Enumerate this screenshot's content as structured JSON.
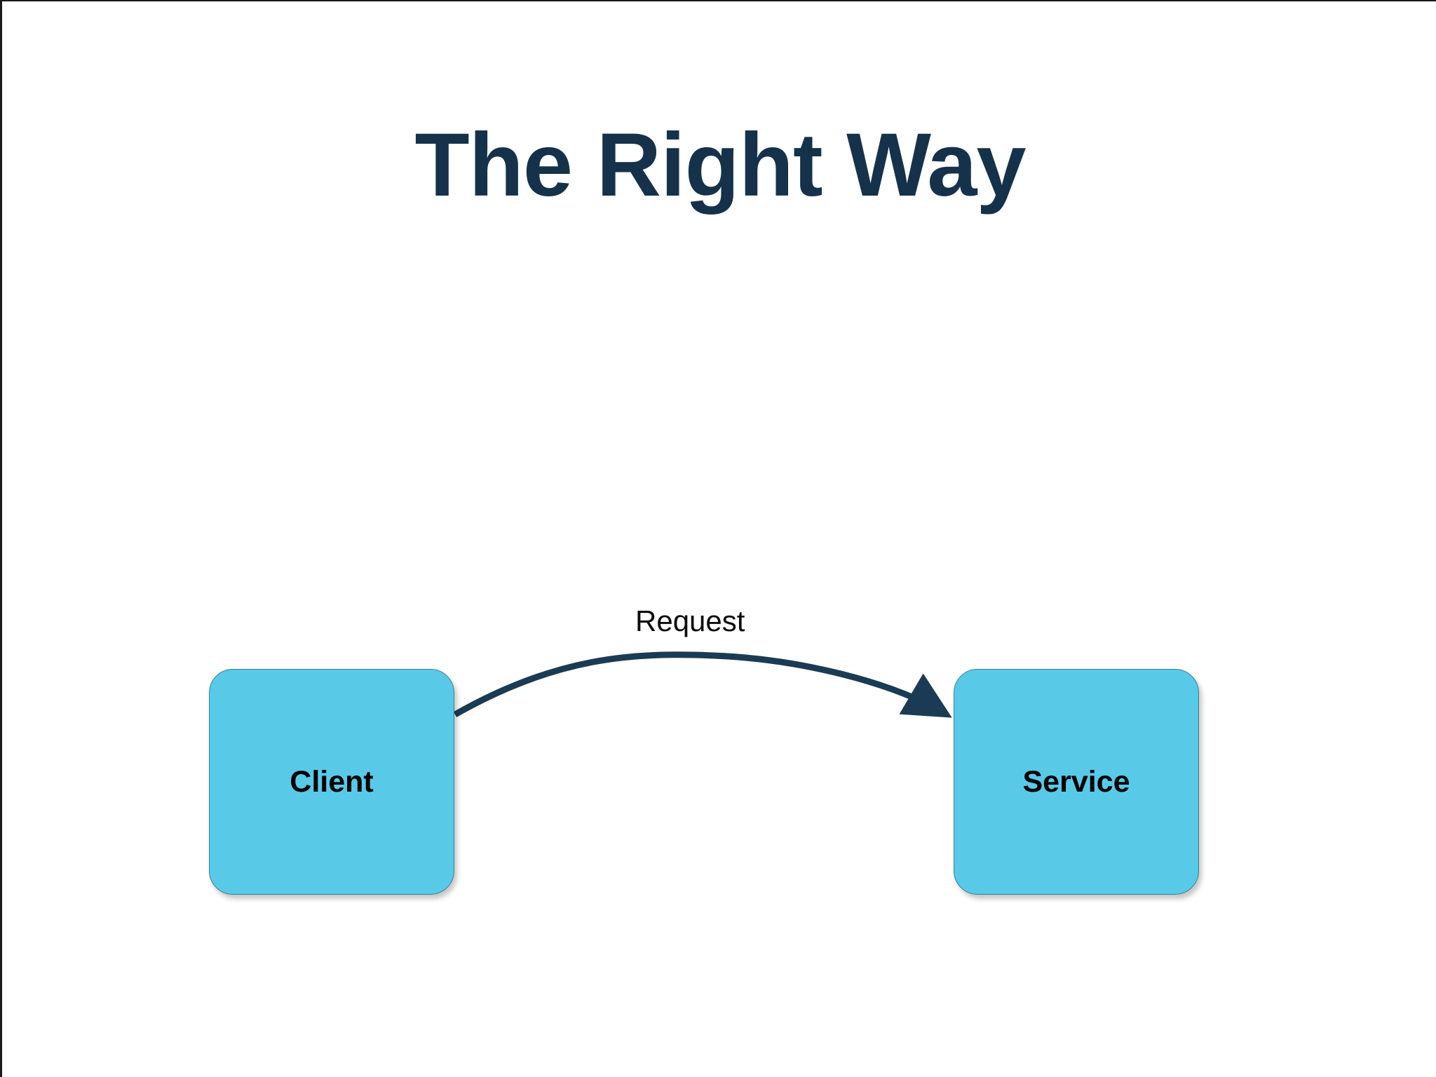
{
  "slide": {
    "title": "The Right Way",
    "background_color": "#ffffff",
    "title_color": "#16324a"
  },
  "diagram": {
    "type": "flow",
    "node_fill_color": "#59c9e8",
    "node_border_color": "#3a7f93",
    "node_label_color": "#000000",
    "connector_color": "#1b3b54",
    "nodes": [
      {
        "id": "client",
        "label": "Client"
      },
      {
        "id": "service",
        "label": "Service"
      }
    ],
    "edges": [
      {
        "id": "request",
        "label": "Request",
        "from": "client",
        "to": "service",
        "label_color": "#0c0c0c",
        "arrowhead": "filled-triangle"
      }
    ]
  }
}
